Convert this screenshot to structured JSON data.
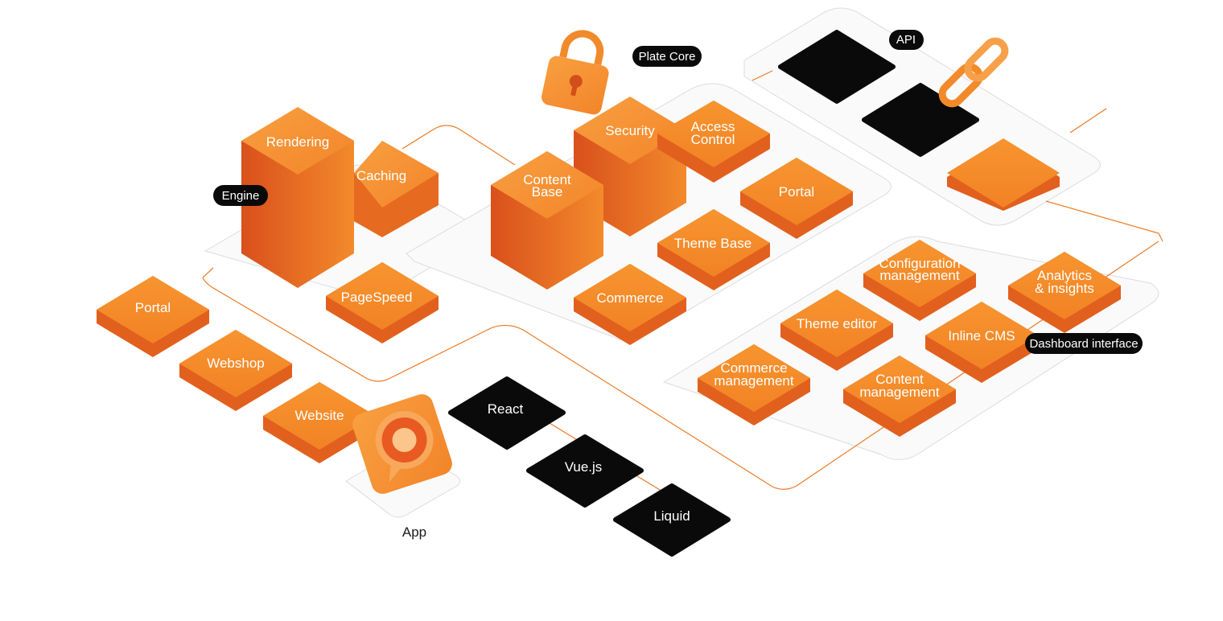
{
  "colors": {
    "orange": "#f5892a",
    "orange_dark": "#e0621f",
    "orange_side": "#d8561c",
    "black": "#0a0a0a",
    "platform": "#fafafa",
    "line": "#ec7a24"
  },
  "tags": {
    "engine": "Engine",
    "plate_core": "Plate Core",
    "api": "API",
    "dashboard_interface": "Dashboard interface"
  },
  "engine": {
    "rendering": "Rendering",
    "caching": "Caching",
    "pagespeed": "PageSpeed"
  },
  "core": {
    "security": "Security",
    "access_control_1": "Access",
    "access_control_2": "Control",
    "content_base_1": "Content",
    "content_base_2": "Base",
    "portal": "Portal",
    "theme_base": "Theme Base",
    "commerce": "Commerce"
  },
  "dashboard": {
    "configuration_1": "Configuration",
    "configuration_2": "management",
    "analytics_1": "Analytics",
    "analytics_2": "& insights",
    "theme_editor": "Theme editor",
    "inline_cms": "Inline CMS",
    "commerce_mgmt_1": "Commerce",
    "commerce_mgmt_2": "management",
    "content_mgmt_1": "Content",
    "content_mgmt_2": "management"
  },
  "outputs": {
    "portal": "Portal",
    "webshop": "Webshop",
    "website": "Website",
    "app": "App"
  },
  "frameworks": {
    "react": "React",
    "vue": "Vue.js",
    "liquid": "Liquid"
  },
  "icons": {
    "lock": "padlock-icon",
    "chain": "chain-link-icon",
    "app_logo": "app-logo-icon"
  }
}
